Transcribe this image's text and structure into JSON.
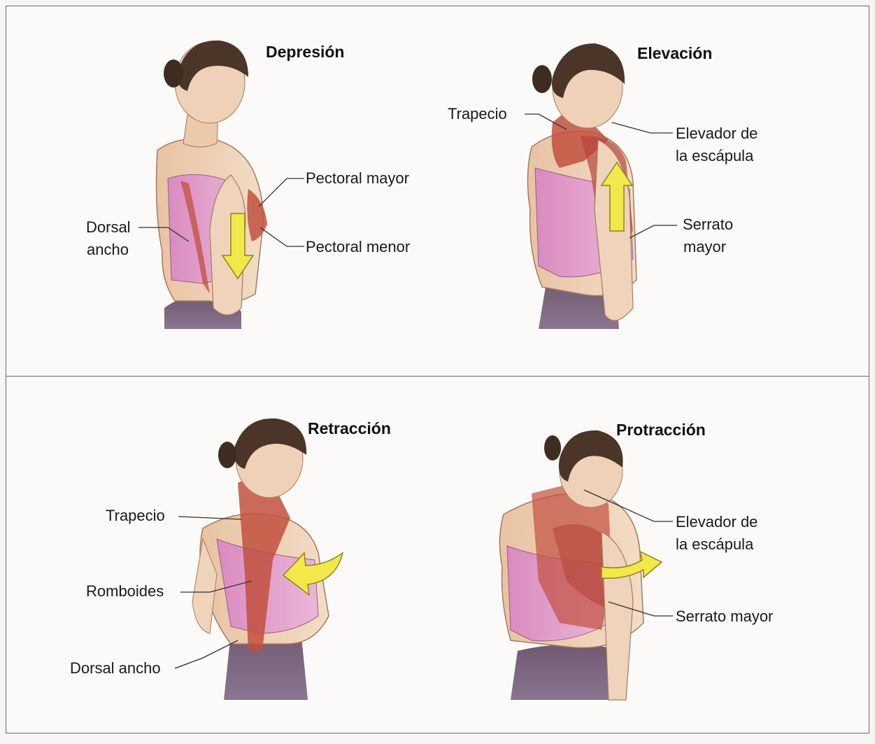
{
  "panels": {
    "depresion": {
      "title": "Depresión",
      "labels": {
        "pectoral_mayor": "Pectoral mayor",
        "dorsal_ancho_1": "Dorsal",
        "dorsal_ancho_2": "ancho",
        "pectoral_menor": "Pectoral menor"
      }
    },
    "elevacion": {
      "title": "Elevación",
      "labels": {
        "trapecio": "Trapecio",
        "elevador_1": "Elevador de",
        "elevador_2": "la escápula",
        "serrato_1": "Serrato",
        "serrato_2": "mayor"
      }
    },
    "retraccion": {
      "title": "Retracción",
      "labels": {
        "trapecio": "Trapecio",
        "romboides": "Romboides",
        "dorsal_ancho": "Dorsal ancho"
      }
    },
    "protraccion": {
      "title": "Protracción",
      "labels": {
        "elevador_1": "Elevador de",
        "elevador_2": "la escápula",
        "serrato_mayor": "Serrato mayor"
      }
    }
  },
  "colors": {
    "skin": "#eccdb0",
    "hair": "#4a3528",
    "muscle": "#c2503e",
    "top": "#dc9ac8",
    "arrow": "#f2e84a"
  }
}
